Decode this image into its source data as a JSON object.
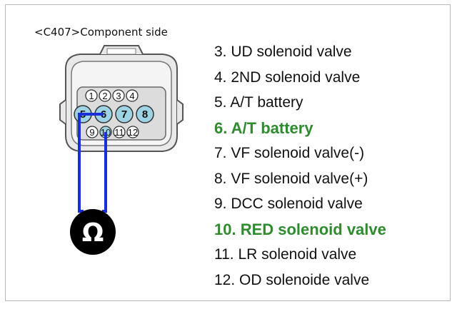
{
  "caption": "<C407>Component side",
  "connector": {
    "pins_row1": [
      "1",
      "2",
      "3",
      "4"
    ],
    "pins_row2": [
      "5",
      "6",
      "7",
      "8"
    ],
    "pins_row3": [
      "9",
      "10",
      "11",
      "12"
    ],
    "meter_symbol": "Ω",
    "probe_color": "#1a2fd6",
    "highlight_pin_color": "#9dd3e4"
  },
  "pin_list": [
    {
      "label": "3. UD solenoid valve",
      "highlight": false
    },
    {
      "label": "4. 2ND solenoid valve",
      "highlight": false
    },
    {
      "label": "5. A/T battery",
      "highlight": false
    },
    {
      "label": "6. A/T battery",
      "highlight": true
    },
    {
      "label": "7. VF solenoid valve(-)",
      "highlight": false
    },
    {
      "label": "8. VF solenoid valve(+)",
      "highlight": false
    },
    {
      "label": "9. DCC solenoid valve",
      "highlight": false
    },
    {
      "label": "10. RED solenoid valve",
      "highlight": true
    },
    {
      "label": "11. LR solenoid valve",
      "highlight": false
    },
    {
      "label": "12. OD solenoide valve",
      "highlight": false
    }
  ],
  "highlight_color": "#2e8b2e"
}
